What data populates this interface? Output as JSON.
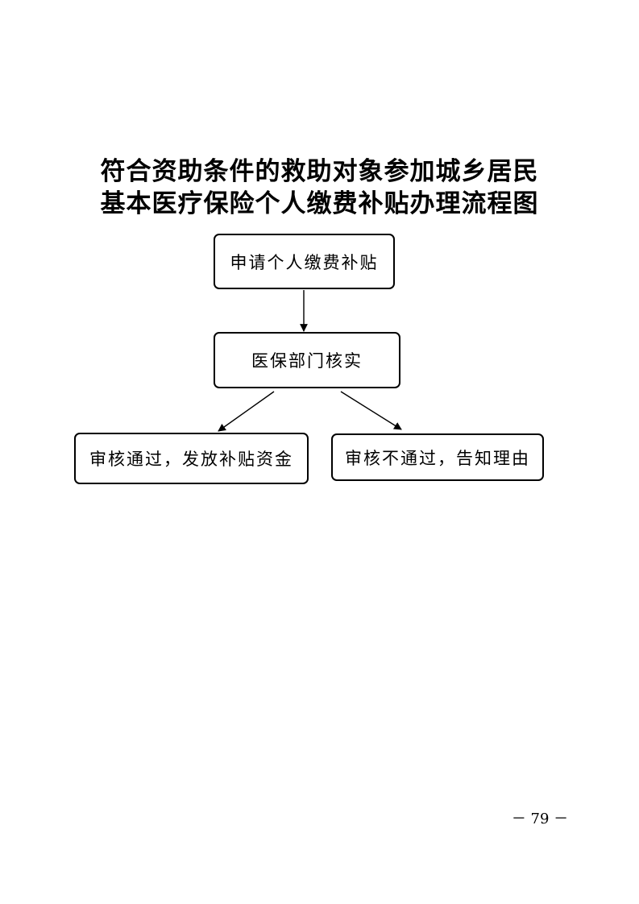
{
  "title": {
    "line1": "符合资助条件的救助对象参加城乡居民",
    "line2": "基本医疗保险个人缴费补贴办理流程图"
  },
  "flow": {
    "apply": "申请个人缴费补贴",
    "verify": "医保部门核实",
    "approved": "审核通过，发放补贴资金",
    "rejected": "审核不通过，告知理由"
  },
  "page_number": "－ 79 －"
}
